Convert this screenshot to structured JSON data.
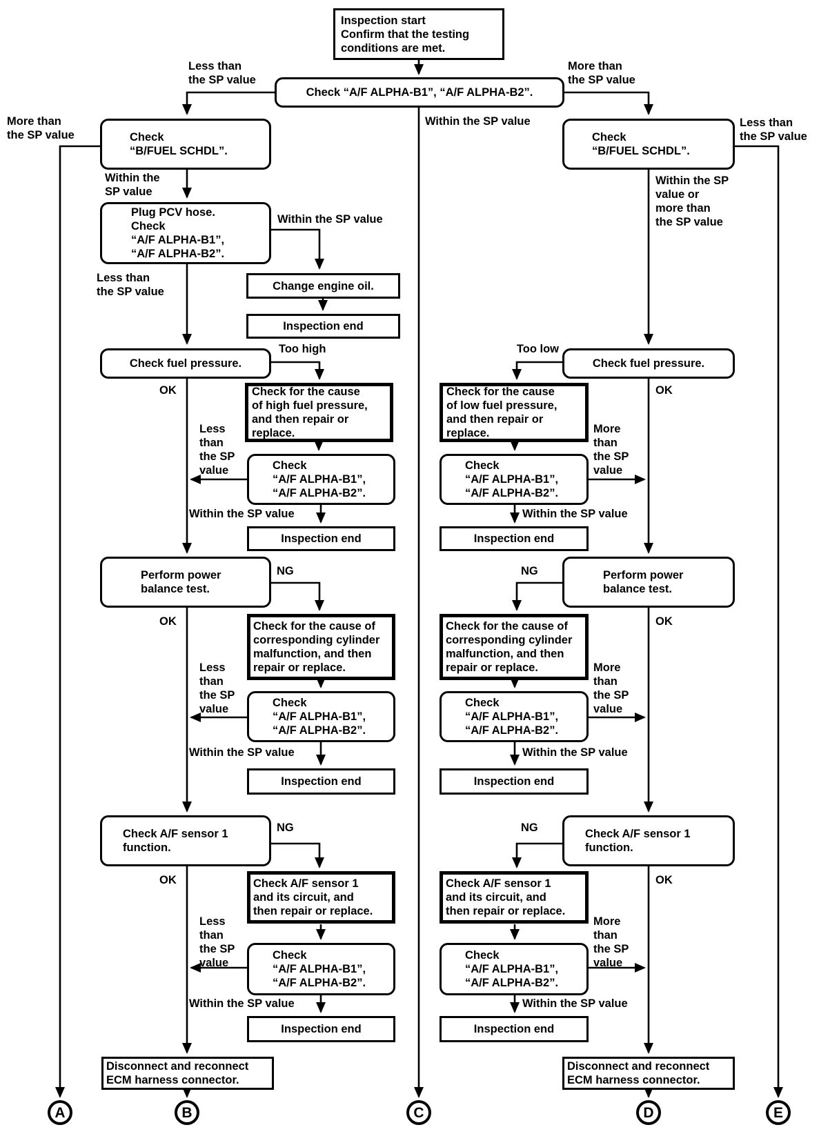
{
  "nodes": {
    "start": "Inspection start\nConfirm that the testing\nconditions are met.",
    "alpha_wide": "Check “A/F ALPHA-B1”, “A/F ALPHA-B2”.",
    "bfuel": "Check\n“B/FUEL SCHDL”.",
    "pcv": "Plug PCV hose.\nCheck\n“A/F ALPHA-B1”,\n“A/F ALPHA-B2”.",
    "change_oil": "Change engine oil.",
    "inspection_end": "Inspection end",
    "fuel_pressure": "Check fuel pressure.",
    "cause_high": "Check for the cause\nof high fuel pressure,\nand then repair or\nreplace.",
    "cause_low": "Check for the cause\nof low fuel pressure,\nand then repair or\nreplace.",
    "alpha": "Check\n“A/F ALPHA-B1”,\n“A/F ALPHA-B2”.",
    "power_balance": "Perform power\nbalance test.",
    "cause_cylinder": "Check for the cause of\ncorresponding cylinder\nmalfunction, and then\nrepair or replace.",
    "sensor_function": "Check A/F sensor 1\nfunction.",
    "sensor_circuit": "Check A/F sensor 1\nand its circuit, and\nthen repair or replace.",
    "ecm": "Disconnect and reconnect\nECM harness connector."
  },
  "labels": {
    "less_than": "Less than\nthe SP value",
    "more_than": "More than\nthe SP value",
    "within_2line": "Within the\nSP value",
    "within": "Within the SP value",
    "within_or_more": "Within the SP\nvalue or\nmore than\nthe SP value",
    "less_stack": "Less\nthan\nthe SP\nvalue",
    "more_stack": "More\nthan\nthe SP\nvalue",
    "too_high": "Too high",
    "too_low": "Too low",
    "ok": "OK",
    "ng": "NG"
  },
  "connectors": {
    "a": "A",
    "b": "B",
    "c": "C",
    "d": "D",
    "e": "E"
  },
  "colors": {
    "ink": "#000000",
    "paper": "#ffffff"
  }
}
